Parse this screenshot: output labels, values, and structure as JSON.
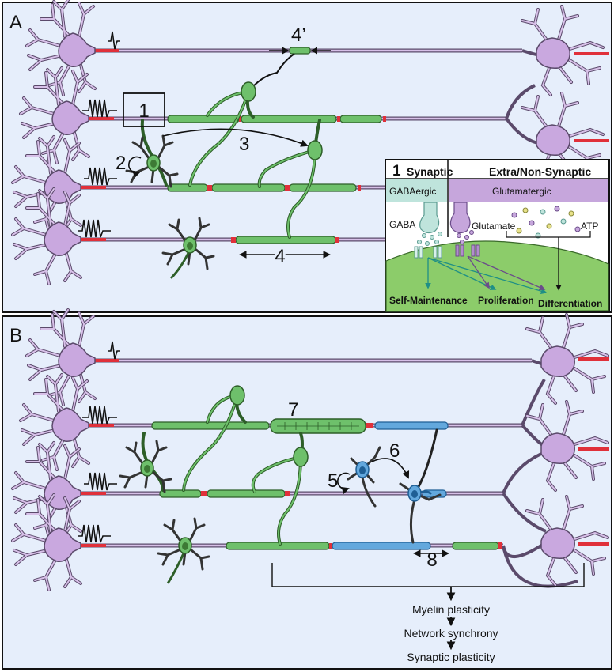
{
  "panel_a": {
    "letter": "A",
    "labels": {
      "l1": "1",
      "l2": "2",
      "l3": "3",
      "l4": "4",
      "l4p": "4’"
    },
    "inset": {
      "number": "1",
      "synaptic": "Synaptic",
      "extra": "Extra/Non-Synaptic",
      "gabaergic": "GABAergic",
      "glutamatergic": "Glutamatergic",
      "gaba": "GABA",
      "glutamate": "Glutamate",
      "atp": "ATP",
      "self_maintenance": "Self-Maintenance",
      "proliferation": "Proliferation",
      "differentiation": "Differentiation"
    }
  },
  "panel_b": {
    "letter": "B",
    "labels": {
      "l5": "5",
      "l6": "6",
      "l7": "7",
      "l8": "8"
    },
    "outcomes": [
      "Myelin plasticity",
      "Network synchrony",
      "Synaptic plasticity"
    ]
  },
  "colors": {
    "panel_bg": "#e6eefb",
    "neuron": "#c9a8df",
    "neuron_stroke": "#5b4a6b",
    "node": "#e0303a",
    "myelin_green": "#6ec06b",
    "myelin_blue": "#63a8dd",
    "opc_green": "#4f9a45",
    "opc_blue": "#2f7ec0",
    "inset_green": "#8ccc6a",
    "gaba_teal": "#bfe4dc",
    "glut_purple": "#c6a6dc"
  }
}
